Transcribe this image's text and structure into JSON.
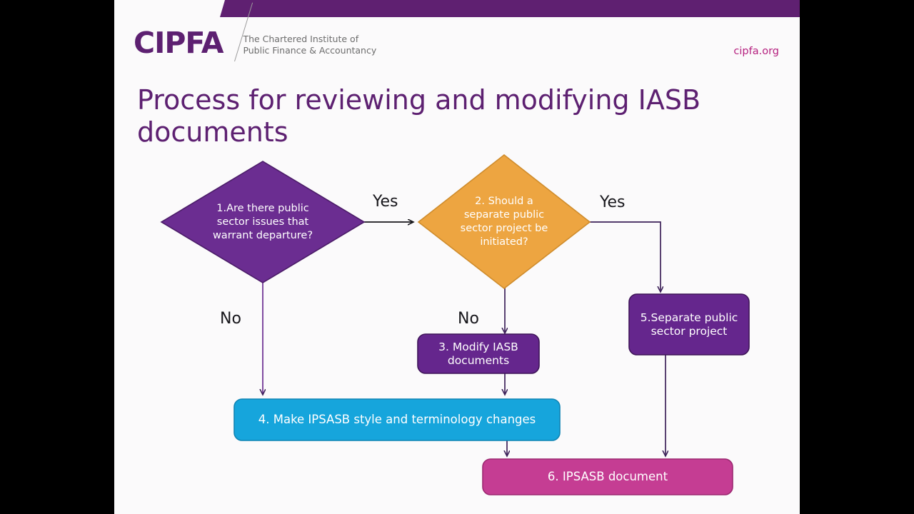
{
  "window": {
    "letterbox_color": "#000000",
    "slide_bg": "#fbfafb"
  },
  "header": {
    "band_color": "#5f2071",
    "logo_word": "CIPFA",
    "logo_tagline_line1": "The Chartered Institute of",
    "logo_tagline_line2": "Public Finance & Accountancy",
    "site_url": "cipfa.org",
    "site_url_color": "#b5207f"
  },
  "title": "Process for reviewing and modifying IASB documents",
  "chart_data": {
    "type": "diagram",
    "title": "Process for reviewing and modifying IASB documents",
    "nodes": [
      {
        "id": "n1",
        "label": "1.Are there public sector issues that warrant departure?",
        "shape": "diamond",
        "fill": "#6b2d91",
        "stroke": "#4b1c68",
        "text_color": "#ffffff"
      },
      {
        "id": "n2",
        "label": "2. Should a separate public sector project be initiated?",
        "shape": "diamond",
        "fill": "#eda541",
        "stroke": "#cf8c2c",
        "text_color": "#ffffff"
      },
      {
        "id": "n3",
        "label": "3. Modify IASB documents",
        "shape": "rounded-rect",
        "fill": "#65268d",
        "stroke": "#3f1559",
        "text_color": "#ffffff"
      },
      {
        "id": "n4",
        "label": "4. Make IPSASB style and terminology changes",
        "shape": "rounded-rect",
        "fill": "#16a5dc",
        "stroke": "#0f84b4",
        "text_color": "#ffffff"
      },
      {
        "id": "n5",
        "label": "5.Separate public sector project",
        "shape": "rounded-rect",
        "fill": "#65268d",
        "stroke": "#3f1559",
        "text_color": "#ffffff"
      },
      {
        "id": "n6",
        "label": "6. IPSASB document",
        "shape": "rounded-rect",
        "fill": "#c53d93",
        "stroke": "#9c2871",
        "text_color": "#ffffff"
      }
    ],
    "edges": [
      {
        "from": "n1",
        "to": "n2",
        "label": "Yes",
        "direction": "right"
      },
      {
        "from": "n1",
        "to": "n4",
        "label": "No",
        "direction": "down"
      },
      {
        "from": "n2",
        "to": "n5",
        "label": "Yes",
        "direction": "right-then-down"
      },
      {
        "from": "n2",
        "to": "n3",
        "label": "No",
        "direction": "down"
      },
      {
        "from": "n3",
        "to": "n4",
        "label": "",
        "direction": "down"
      },
      {
        "from": "n4",
        "to": "n6",
        "label": "",
        "direction": "down"
      },
      {
        "from": "n5",
        "to": "n6",
        "label": "",
        "direction": "down"
      }
    ],
    "edge_labels": [
      "Yes",
      "No",
      "Yes",
      "No"
    ],
    "connector_color": "#3d2159"
  },
  "flow": {
    "n1_label": "1.Are there public sector issues that warrant departure?",
    "n2_label": "2. Should a separate public sector project be initiated?",
    "n3_label": "3. Modify IASB documents",
    "n4_label": "4. Make IPSASB style and terminology changes",
    "n5_label": "5.Separate public sector project",
    "n6_label": "6. IPSASB document",
    "label_yes_1": "Yes",
    "label_yes_2": "Yes",
    "label_no_1": "No",
    "label_no_2": "No"
  }
}
